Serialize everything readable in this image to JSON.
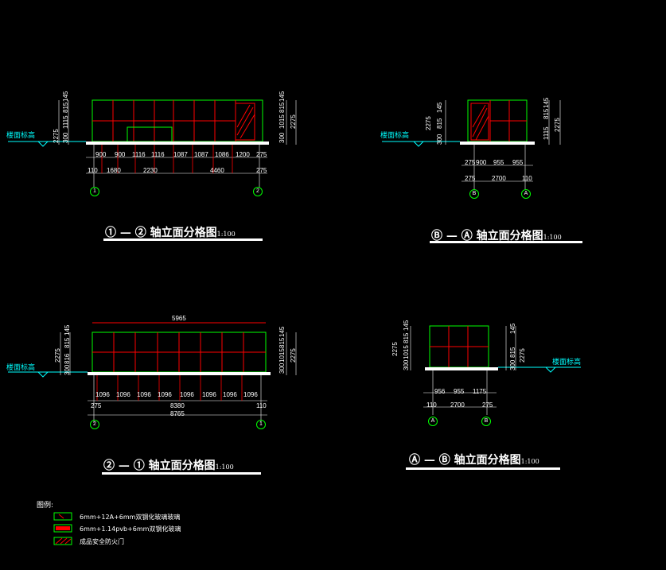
{
  "elevations": [
    {
      "id": "e1",
      "title_axes": "① — ②",
      "title_text": "轴立面分格图",
      "scale": "1:100",
      "ground_label": "楼面标高",
      "bottom_dims": [
        "900",
        "900",
        "1116",
        "1116",
        "1087",
        "1087",
        "1086",
        "1200",
        "275"
      ],
      "bottom_dims2": [
        "110",
        "1680",
        "2230",
        "4460",
        "275"
      ],
      "vert_dims_left": [
        "2275",
        "300",
        "1115",
        "815",
        "145"
      ],
      "vert_dims_right": [
        "300",
        "1015",
        "815",
        "145",
        "2275"
      ],
      "axis_labels": [
        "1",
        "2"
      ]
    },
    {
      "id": "e2",
      "title_axes": "Ⓑ — Ⓐ",
      "title_text": "轴立面分格图",
      "scale": "1:100",
      "ground_label": "楼面标高",
      "bottom_dims": [
        "275",
        "900",
        "955",
        "955"
      ],
      "bottom_dims2": [
        "275",
        "2700",
        "110"
      ],
      "vert_dims_left": [
        "2275",
        "300",
        "815",
        "145"
      ],
      "vert_dims_right": [
        "1115",
        "815",
        "145",
        "2275"
      ],
      "axis_labels": [
        "B",
        "A"
      ]
    },
    {
      "id": "e3",
      "title_axes": "② — ①",
      "title_text": "轴立面分格图",
      "scale": "1:100",
      "ground_label": "楼面标高",
      "top_dim": "5965",
      "bottom_dims": [
        "1096",
        "1096",
        "1096",
        "1096",
        "1096",
        "1096",
        "1096",
        "1096"
      ],
      "bottom_dims2": [
        "275",
        "8380",
        "110"
      ],
      "total_dim": "8765",
      "vert_dims_left": [
        "2275",
        "300",
        "816",
        "815",
        "145"
      ],
      "vert_dims_right": [
        "300",
        "1015",
        "815",
        "145",
        "2275"
      ],
      "axis_labels": [
        "2",
        "1"
      ]
    },
    {
      "id": "e4",
      "title_axes": "Ⓐ — Ⓑ",
      "title_text": "轴立面分格图",
      "scale": "1:100",
      "ground_label": "楼面标高",
      "bottom_dims": [
        "956",
        "955",
        "1175"
      ],
      "bottom_dims2": [
        "110",
        "2700",
        "275"
      ],
      "vert_dims_left": [
        "2275",
        "300",
        "1015",
        "815",
        "145"
      ],
      "vert_dims_right": [
        "300",
        "815",
        "145",
        "2275"
      ],
      "axis_labels": [
        "A",
        "B"
      ]
    }
  ],
  "legend": {
    "heading": "图例:",
    "items": [
      {
        "label": "6mm+12A+6mm双钢化玻璃玻璃",
        "pattern": "glass"
      },
      {
        "label": "6mm+1.14pvb+6mm双钢化玻璃",
        "pattern": "laminated"
      },
      {
        "label": "成品安全防火门",
        "pattern": "door"
      }
    ]
  },
  "colors": {
    "frame": "#00ff00",
    "mullion": "#ff0000",
    "dimension": "#ffffff",
    "ground": "#00ffff"
  }
}
